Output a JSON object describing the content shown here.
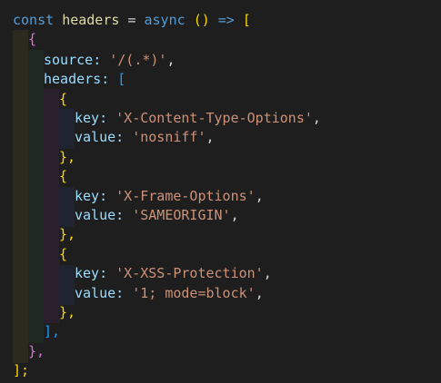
{
  "code": {
    "line1": {
      "kw": "const",
      "name": "headers",
      "eq": "=",
      "async": "async",
      "parens": "()",
      "arrow": "=>",
      "open": "["
    },
    "line2": {
      "open": "{"
    },
    "line3": {
      "key": "source",
      "colon": ":",
      "value": "'/(.*)'",
      "comma": ","
    },
    "line4": {
      "key": "headers",
      "colon": ":",
      "open": "["
    },
    "block1": {
      "open": "{",
      "key_label": "key",
      "key_value": "'X-Content-Type-Options'",
      "value_label": "value",
      "value_value": "'nosniff'",
      "close": "},"
    },
    "block2": {
      "open": "{",
      "key_label": "key",
      "key_value": "'X-Frame-Options'",
      "value_label": "value",
      "value_value": "'SAMEORIGIN'",
      "close": "},"
    },
    "block3": {
      "open": "{",
      "key_label": "key",
      "key_value": "'X-XSS-Protection'",
      "value_label": "value",
      "value_value": "'1; mode=block'",
      "close": "},"
    },
    "close_headers": "],",
    "close_obj": "},",
    "close_arr": "];"
  },
  "colors": {
    "background": "#1e1e1e",
    "keyword": "#569cd6",
    "variable": "#9cdcfe",
    "string": "#ce9178",
    "bracket_level1": "#ffd700",
    "bracket_level2": "#da70d6",
    "bracket_level3": "#179fff"
  }
}
